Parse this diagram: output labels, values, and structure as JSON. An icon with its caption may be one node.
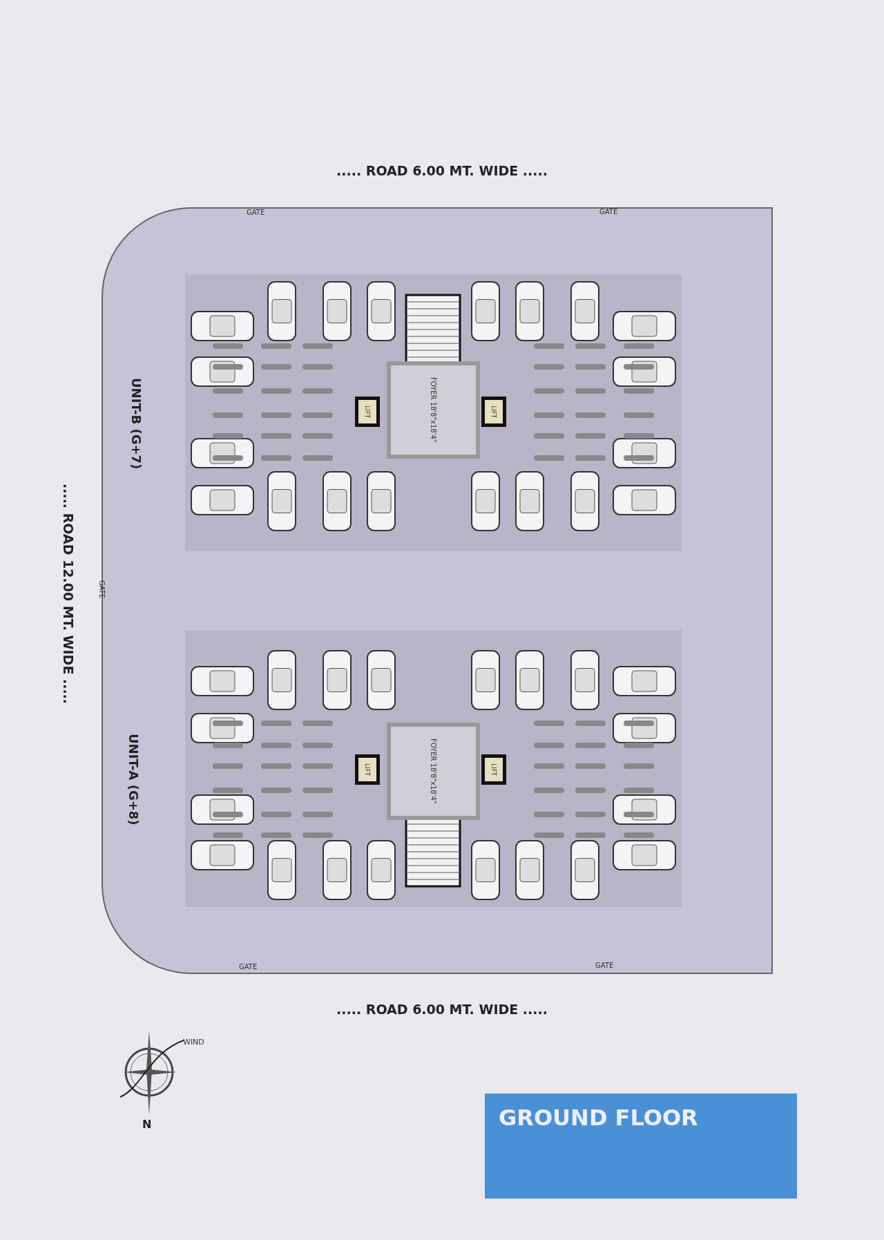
{
  "diagram": {
    "title": "GROUND FLOOR",
    "nodes": [
      {
        "text": [
          "UNIT-B (G+7)"
        ]
      },
      {
        "text": [
          "FOYER 18'8\"x18'4\""
        ],
        "in": 0
      },
      {
        "text": [
          "LIFT"
        ],
        "in": 0
      },
      {
        "text": [
          "LIFT"
        ],
        "in": 0
      },
      {
        "text": [
          "UNIT-A (G+8)"
        ]
      },
      {
        "text": [
          "FOYER 18'8\"x18'4\""
        ],
        "in": 4
      },
      {
        "text": [
          "LIFT"
        ],
        "in": 4
      },
      {
        "text": [
          "LIFT"
        ],
        "in": 4
      }
    ],
    "labels": [
      "..... ROAD 6.00 MT. WIDE .....",
      "GATE",
      "GATE",
      "..... ROAD 12.00 MT. WIDE .....",
      "GATE",
      "GATE",
      "GATE",
      "..... ROAD 6.00 MT. WIDE .....",
      "WIND",
      "N"
    ]
  }
}
